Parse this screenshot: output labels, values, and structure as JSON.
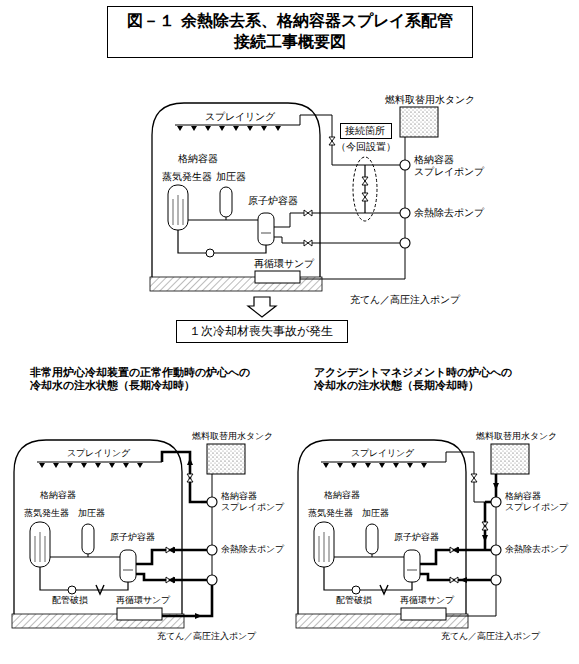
{
  "diagram": {
    "title": "図－１ 余熱除去系、格納容器スプレイ系配管 接続工事概要図",
    "nodes": [
      {
        "text": [
          "接続箇所"
        ]
      },
      {
        "text": [
          "１次冷却材喪失事故が発生"
        ]
      }
    ],
    "labels": [
      "燃料取替用水タンク",
      "スプレイリング",
      "格納容器",
      "蒸気発生器",
      "加圧器",
      "原子炉容器",
      "再循環サンプ",
      "（今回設置）",
      "格納容器 スプレイポンプ",
      "余熱除去ポンプ",
      "充てん／高圧注入ポンプ",
      "非常用炉心冷却装置の正常作動時の炉心への 冷却水の注水状態（長期冷却時）",
      "燃料取替用水タンク",
      "スプレイリング",
      "格納容器",
      "蒸気発生器",
      "加圧器",
      "原子炉容器",
      "配管破損",
      "再循環サンプ",
      "格納容器 スプレイポンプ",
      "余熱除去ポンプ",
      "充てん／高圧注入ポンプ",
      "アクシデントマネジメント時の炉心への 冷却水の注水状態（長期冷却時）",
      "燃料取替用水タンク",
      "スプレイリング",
      "格納容器",
      "蒸気発生器",
      "加圧器",
      "原子炉容器",
      "配管破損",
      "再循環サンプ",
      "格納容器 スプレイポンプ",
      "余熱除去ポンプ",
      "充てん／高圧注入ポンプ"
    ]
  }
}
